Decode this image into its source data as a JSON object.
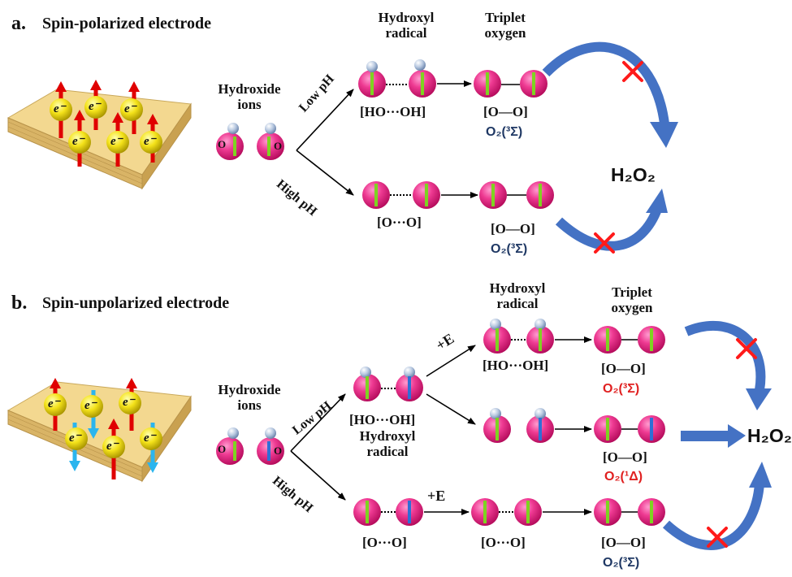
{
  "panel_a": {
    "letter": "a.",
    "title": "Spin-polarized electrode",
    "hydroxide_label": "Hydroxide ions",
    "hydroxyl_label": "Hydroxyl radical",
    "triplet_label": "Triplet oxygen",
    "low_ph": "Low pH",
    "high_ph": "High pH",
    "ho_oh": "[HO···OH]",
    "o_dots_o": "[O···O]",
    "o_bond_o_1": "[O—O]",
    "o_bond_o_2": "[O—O]",
    "o2_triplet_1": "O₂(³Σ)",
    "o2_triplet_2": "O₂(³Σ)",
    "h2o2": "H₂O₂",
    "atom_O": "O"
  },
  "panel_b": {
    "letter": "b.",
    "title": "Spin-unpolarized electrode",
    "hydroxide_label": "Hydroxide ions",
    "hydroxyl_label_top": "Hydroxyl radical",
    "hydroxyl_label_mid": "Hydroxyl radical",
    "triplet_label": "Triplet oxygen",
    "low_ph": "Low pH",
    "high_ph": "High pH",
    "plus_e_1": "+E",
    "plus_e_2": "+E",
    "ho_oh_top": "[HO···OH]",
    "ho_oh_mid": "[HO···OH]",
    "o_dots_o_1": "[O···O]",
    "o_dots_o_2": "[O···O]",
    "o_bond_o_1": "[O—O]",
    "o_bond_o_2": "[O—O]",
    "o_bond_o_3": "[O—O]",
    "o2_triplet_red": "O₂(³Σ)",
    "o2_singlet_red": "O₂(¹Δ)",
    "o2_triplet_navy": "O₂(³Σ)",
    "h2o2": "H₂O₂",
    "atom_O": "O"
  },
  "electron_label": "e⁻",
  "colors": {
    "atom_pink": "#e8197b",
    "hydrogen": "#a9bdd8",
    "spin_green": "#7ed321",
    "spin_blue": "#2f6fd6",
    "arrow_blue": "#4472c4",
    "cross_red": "#ff1a1a",
    "navy_text": "#1f3864",
    "red_text": "#e02020",
    "electrode_top": "#f2d58a",
    "up_arrow": "#e00000",
    "down_arrow": "#2bb5ee"
  }
}
